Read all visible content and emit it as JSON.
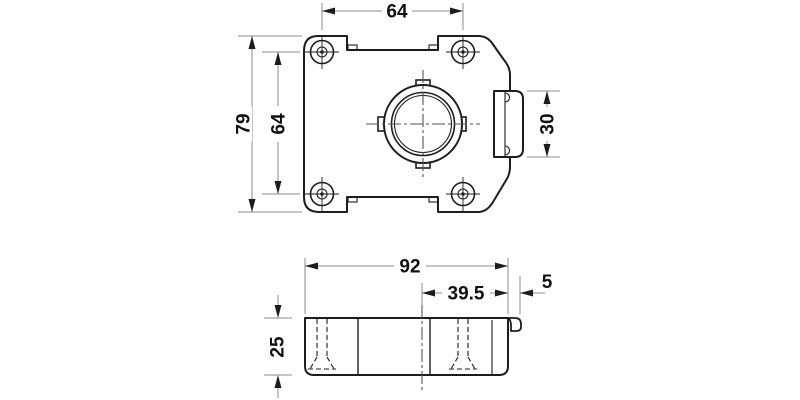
{
  "drawing": {
    "top_view": {
      "dim_hole_spacing_horizontal": "64",
      "dim_overall_height": "79",
      "dim_hole_spacing_vertical": "64",
      "dim_side_tab_height": "30"
    },
    "side_view": {
      "dim_overall_width": "92",
      "dim_center_to_edge": "39.5",
      "dim_tab_depth": "5",
      "dim_height": "25"
    },
    "colors": {
      "object_line": "#1d1d1d",
      "dimension_line": "#8c8c8c",
      "centerline": "#555555",
      "label_text": "#111111",
      "background": "#ffffff"
    }
  }
}
